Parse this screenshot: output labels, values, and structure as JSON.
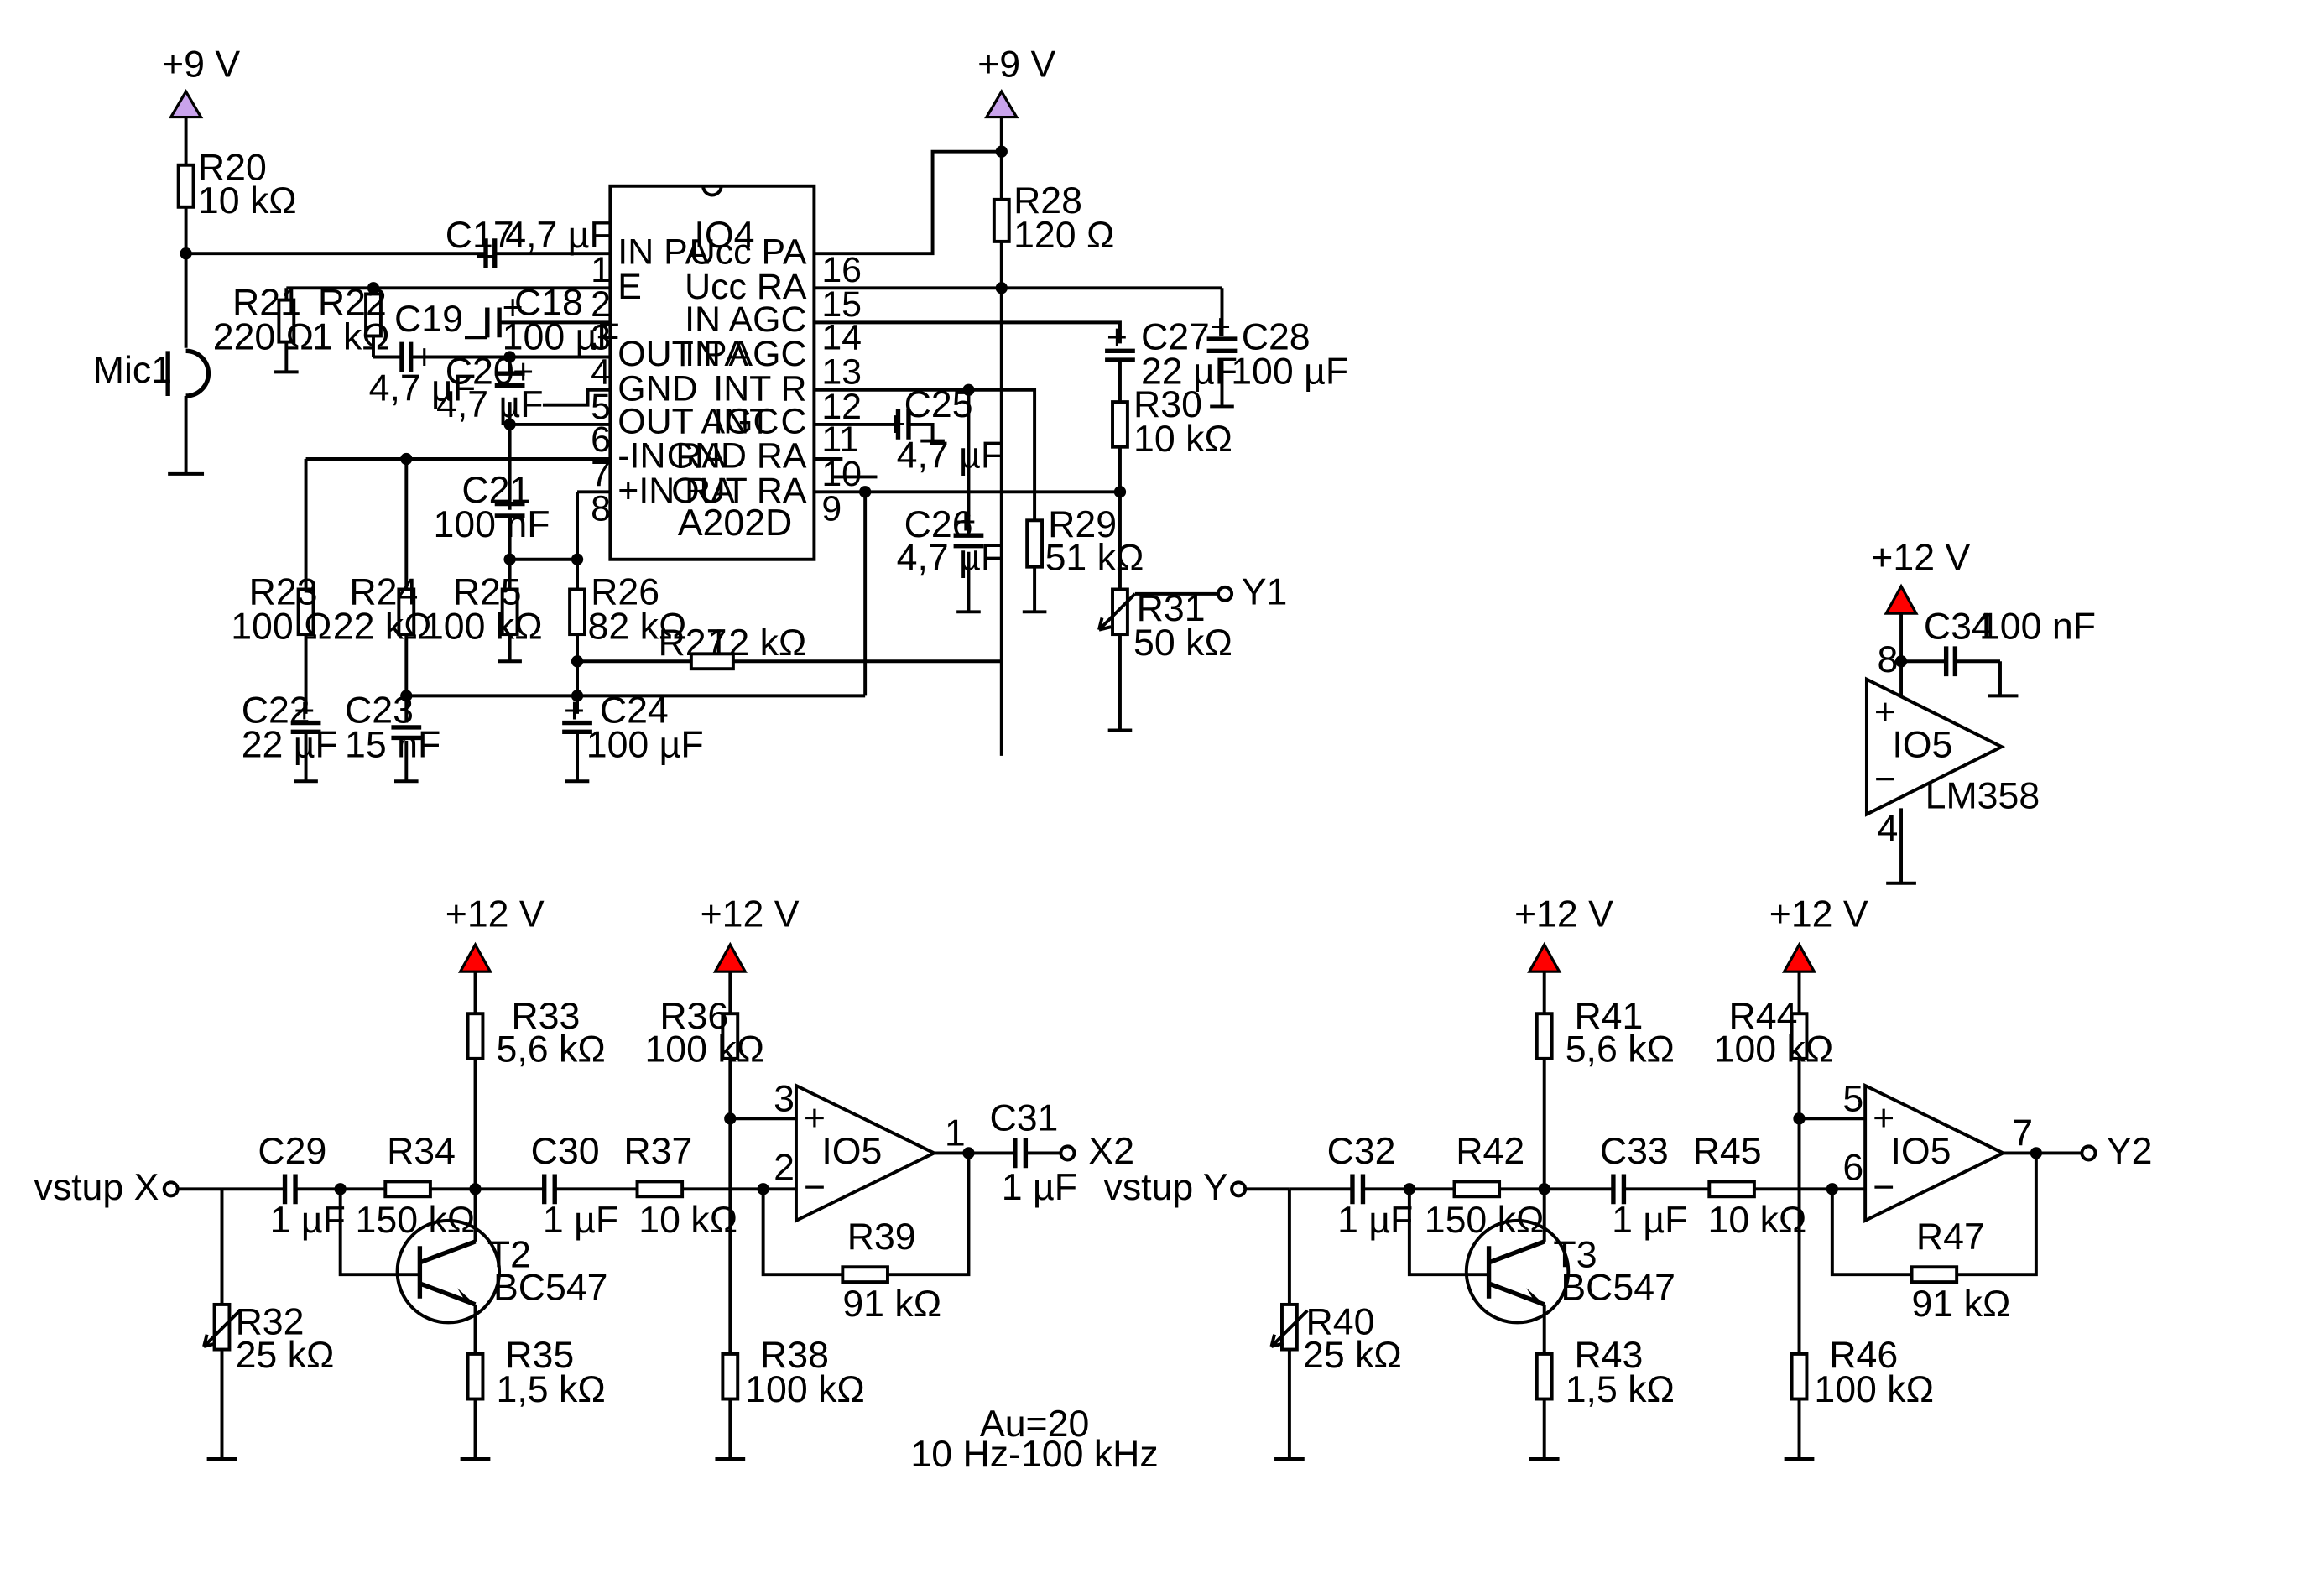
{
  "supplies": {
    "v9": "+9 V",
    "v12": "+12 V"
  },
  "colors": {
    "v9_symbol": "#c9a3ec",
    "v12_symbol": "#ff0000"
  },
  "ic4": {
    "ref": "IO4",
    "part": "A202D",
    "pins_left": [
      {
        "num": "",
        "name": "IN PA"
      },
      {
        "num": "1",
        "name": "E"
      },
      {
        "num": "2",
        "name": ""
      },
      {
        "num": "3",
        "name": "OUT PA"
      },
      {
        "num": "4",
        "name": "GND"
      },
      {
        "num": "5",
        "name": "OUT AGC"
      },
      {
        "num": "6",
        "name": "-IN RA"
      },
      {
        "num": "7",
        "name": "+IN RA"
      },
      {
        "num": "8",
        "name": ""
      }
    ],
    "pins_right": [
      {
        "num": "",
        "name": "Ucc PA"
      },
      {
        "num": "16",
        "name": "Ucc RA"
      },
      {
        "num": "15",
        "name": "IN AGC"
      },
      {
        "num": "14",
        "name": "IN AGC"
      },
      {
        "num": "13",
        "name": "INT R"
      },
      {
        "num": "12",
        "name": "INT C"
      },
      {
        "num": "11",
        "name": "GND RA"
      },
      {
        "num": "10",
        "name": "OUT RA"
      },
      {
        "num": "9",
        "name": ""
      }
    ]
  },
  "components": {
    "R20": {
      "ref": "R20",
      "value": "10 kΩ"
    },
    "Mic1": {
      "ref": "Mic1"
    },
    "C17": {
      "ref": "C17",
      "value": "4,7 µF"
    },
    "R21": {
      "ref": "R21",
      "value": "220 Ω"
    },
    "R22": {
      "ref": "R22",
      "value": "1 kΩ"
    },
    "C18": {
      "ref": "C18",
      "value": "100 µF"
    },
    "C19": {
      "ref": "C19",
      "value": "4,7 µF"
    },
    "C20": {
      "ref": "C20",
      "value": "4,7 µF"
    },
    "C21": {
      "ref": "C21",
      "value": "100 nF"
    },
    "R23": {
      "ref": "R23",
      "value": "100 Ω"
    },
    "R24": {
      "ref": "R24",
      "value": "22 kΩ"
    },
    "R25": {
      "ref": "R25",
      "value": "100 kΩ"
    },
    "R26": {
      "ref": "R26",
      "value": "82 kΩ"
    },
    "R27": {
      "ref": "R27",
      "value": "12 kΩ"
    },
    "C22": {
      "ref": "C22",
      "value": "22 µF"
    },
    "C23": {
      "ref": "C23",
      "value": "15 nF"
    },
    "C24": {
      "ref": "C24",
      "value": "100 µF"
    },
    "R28": {
      "ref": "R28",
      "value": "120 Ω"
    },
    "C25": {
      "ref": "C25",
      "value": "4,7 µF"
    },
    "C26": {
      "ref": "C26",
      "value": "4,7 µF"
    },
    "R29": {
      "ref": "R29",
      "value": "51 kΩ"
    },
    "C27": {
      "ref": "C27",
      "value": "22 µF"
    },
    "C28": {
      "ref": "C28",
      "value": "100 µF"
    },
    "R30": {
      "ref": "R30",
      "value": "10 kΩ"
    },
    "R31": {
      "ref": "R31",
      "value": "50 kΩ"
    },
    "C34": {
      "ref": "C34",
      "value": "100 nF"
    },
    "R32": {
      "ref": "R32",
      "value": "25 kΩ"
    },
    "C29": {
      "ref": "C29",
      "value": "1 µF"
    },
    "R34": {
      "ref": "R34",
      "value": "150 kΩ"
    },
    "R33": {
      "ref": "R33",
      "value": "5,6 kΩ"
    },
    "T2": {
      "ref": "T2",
      "value": "BC547"
    },
    "R35": {
      "ref": "R35",
      "value": "1,5 kΩ"
    },
    "C30": {
      "ref": "C30",
      "value": "1 µF"
    },
    "R37": {
      "ref": "R37",
      "value": "10 kΩ"
    },
    "R36": {
      "ref": "R36",
      "value": "100 kΩ"
    },
    "R38": {
      "ref": "R38",
      "value": "100 kΩ"
    },
    "R39": {
      "ref": "R39",
      "value": "91 kΩ"
    },
    "C31": {
      "ref": "C31",
      "value": "1 µF"
    },
    "R40": {
      "ref": "R40",
      "value": "25 kΩ"
    },
    "C32": {
      "ref": "C32",
      "value": "1 µF"
    },
    "R42": {
      "ref": "R42",
      "value": "150 kΩ"
    },
    "R41": {
      "ref": "R41",
      "value": "5,6 kΩ"
    },
    "T3": {
      "ref": "T3",
      "value": "BC547"
    },
    "R43": {
      "ref": "R43",
      "value": "1,5 kΩ"
    },
    "C33": {
      "ref": "C33",
      "value": "1 µF"
    },
    "R45": {
      "ref": "R45",
      "value": "10 kΩ"
    },
    "R44": {
      "ref": "R44",
      "value": "100 kΩ"
    },
    "R46": {
      "ref": "R46",
      "value": "100 kΩ"
    },
    "R47": {
      "ref": "R47",
      "value": "91 kΩ"
    }
  },
  "opamps": {
    "top": {
      "ref": "IO5",
      "part": "LM358",
      "pin_vcc": "8",
      "pin_gnd": "4"
    },
    "x": {
      "ref": "IO5",
      "pin_plus": "3",
      "pin_minus": "2",
      "pin_out": "1"
    },
    "y": {
      "ref": "IO5",
      "pin_plus": "5",
      "pin_minus": "6",
      "pin_out": "7"
    },
    "plus_sign": "+",
    "minus_sign": "−"
  },
  "nets": {
    "y1": "Y1",
    "x2": "X2",
    "y2": "Y2",
    "in_x": "vstup X",
    "in_y": "vstup Y"
  },
  "notes": {
    "gain": "Au=20",
    "bandwidth": "10 Hz-100 kHz"
  }
}
